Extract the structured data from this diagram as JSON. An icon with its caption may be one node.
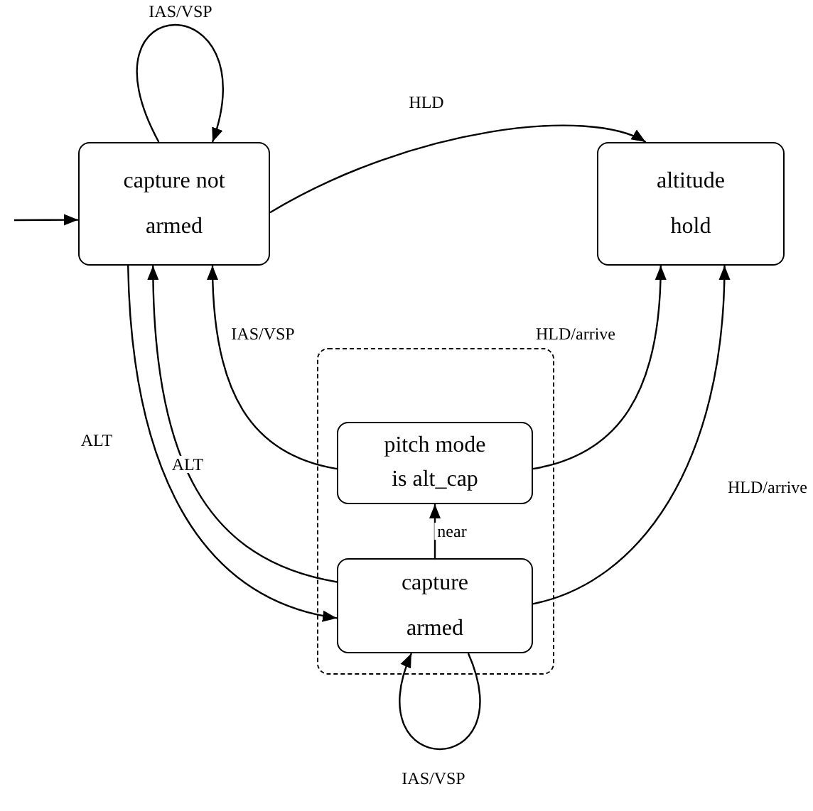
{
  "diagram": {
    "nodes": [
      {
        "text": [
          "capture not armed"
        ]
      },
      {
        "text": [
          "altitude hold"
        ]
      },
      {
        "text": [],
        "shape": "box"
      },
      {
        "text": [
          "pitch mode is alt_cap"
        ],
        "in": 2
      },
      {
        "text": [
          "capture armed"
        ],
        "in": 2
      }
    ],
    "edges": [
      {
        "from": null,
        "to": 0,
        "arrow": "to"
      },
      {
        "from": 0,
        "to": 0,
        "arrow": "to",
        "label": "IAS/VSP"
      },
      {
        "from": 0,
        "to": 1,
        "arrow": "to",
        "label": "HLD"
      },
      {
        "from": 3,
        "to": 0,
        "arrow": "to",
        "label": "IAS/VSP"
      },
      {
        "from": 3,
        "to": 1,
        "arrow": "to",
        "label": "HLD/arrive"
      },
      {
        "from": 4,
        "to": 3,
        "arrow": "to",
        "label": "near"
      },
      {
        "from": 0,
        "to": 4,
        "arrow": "to",
        "label": "ALT"
      },
      {
        "from": 4,
        "to": 0,
        "arrow": "to",
        "label": "ALT"
      },
      {
        "from": 4,
        "to": 1,
        "arrow": "to",
        "label": "HLD/arrive"
      },
      {
        "from": 4,
        "to": 4,
        "arrow": "to",
        "label": "IAS/VSP"
      }
    ]
  }
}
